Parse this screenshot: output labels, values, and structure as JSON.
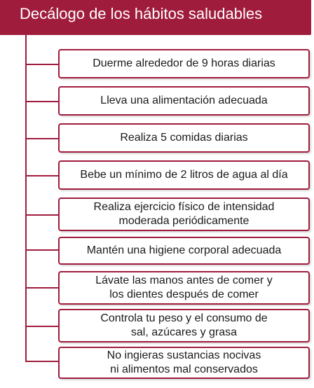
{
  "title": "Decálogo de los hábitos saludables",
  "items": [
    "Duerme alrededor de 9 horas diarias",
    "Lleva una alimentación adecuada",
    "Realiza 5 comidas diarias",
    "Bebe un mínimo de 2 litros de agua al día",
    "Realiza ejercicio físico de intensidad\nmoderada periódicamente",
    "Mantén una higiene corporal adecuada",
    "Lávate las manos antes de comer y\nlos dientes después de comer",
    "Controla tu peso y el consumo de\nsal, azúcares y grasa",
    "No ingieras sustancias nocivas\nni alimentos mal conservados"
  ],
  "colors": {
    "accent": "#a01c3c",
    "text": "#1a1a1a",
    "title_text": "#ffffff"
  }
}
